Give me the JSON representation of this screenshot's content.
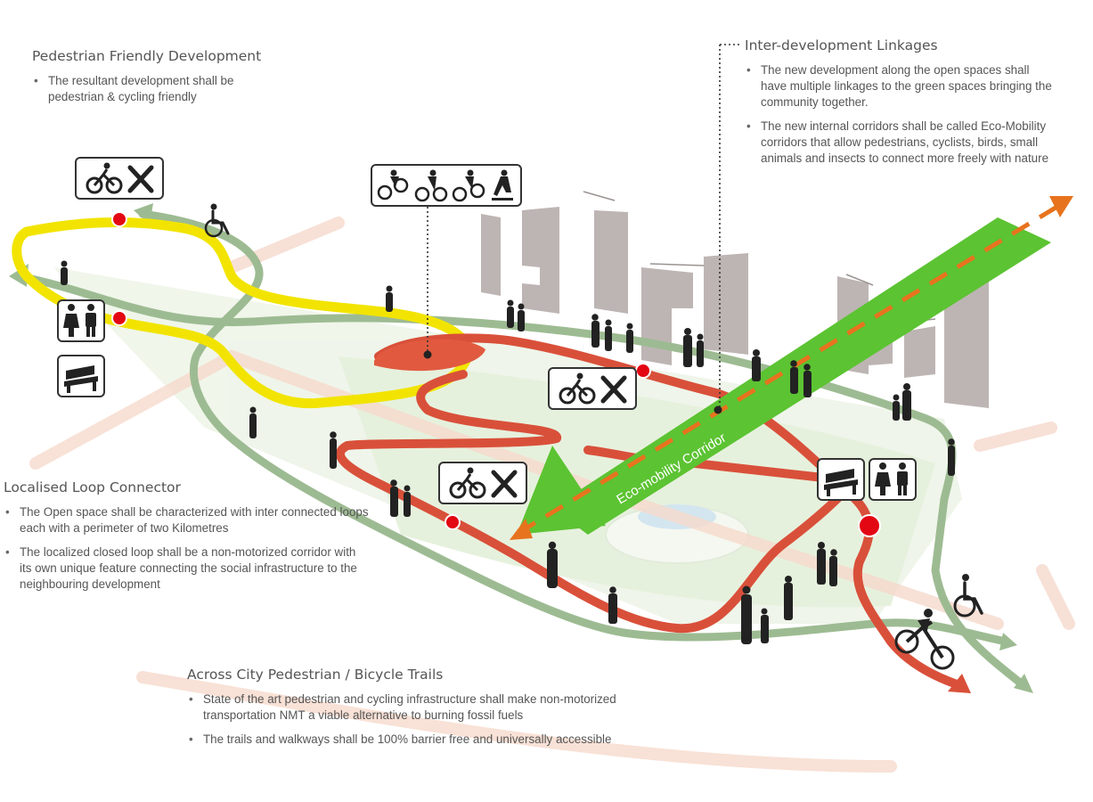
{
  "sections": {
    "pedestrian": {
      "title": "Pedestrian Friendly Development",
      "bullets": [
        "The resultant development shall be pedestrian & cycling friendly"
      ]
    },
    "linkages": {
      "title": "Inter-development Linkages",
      "bullets": [
        "The new development along the open spaces shall have multiple linkages to the green spaces bringing the community together.",
        "The new internal corridors shall be called Eco-Mobility corridors that allow pedestrians, cyclists, birds, small animals and insects to connect more freely with nature"
      ]
    },
    "loop": {
      "title": "Localised Loop Connector",
      "bullets": [
        "The Open space shall be characterized with inter connected loops each with a perimeter of two Kilometres",
        "The localized closed loop shall be a non-motorized corridor with its own unique feature connecting the social infrastructure to the neighbouring development"
      ]
    },
    "trails": {
      "title": "Across City Pedestrian / Bicycle Trails",
      "bullets": [
        "State of the art pedestrian and cycling infrastructure shall make non-motorized transportation NMT a viable alternative to burning fossil fuels",
        "The trails and walkways shall be 100% barrier free and universally accessible"
      ]
    }
  },
  "corridor_label": "Eco-mobility Corridor",
  "colors": {
    "yellow_loop": "#f2e400",
    "red_loop": "#d9503a",
    "green_trail": "#9dbb92",
    "eco_corridor": "#5cc332",
    "eco_arrow": "#e8731e",
    "stop_marker": "#e30613",
    "buildings": "#bdb5b3",
    "ground": "#e9f3e0"
  },
  "icons": {
    "bike_repair": "bicycle-and-tools-icon",
    "sports": "bmx-bike-skate-icon",
    "toilets": "restroom-icon",
    "bench": "bench-icon",
    "wheelchair": "wheelchair-icon"
  }
}
